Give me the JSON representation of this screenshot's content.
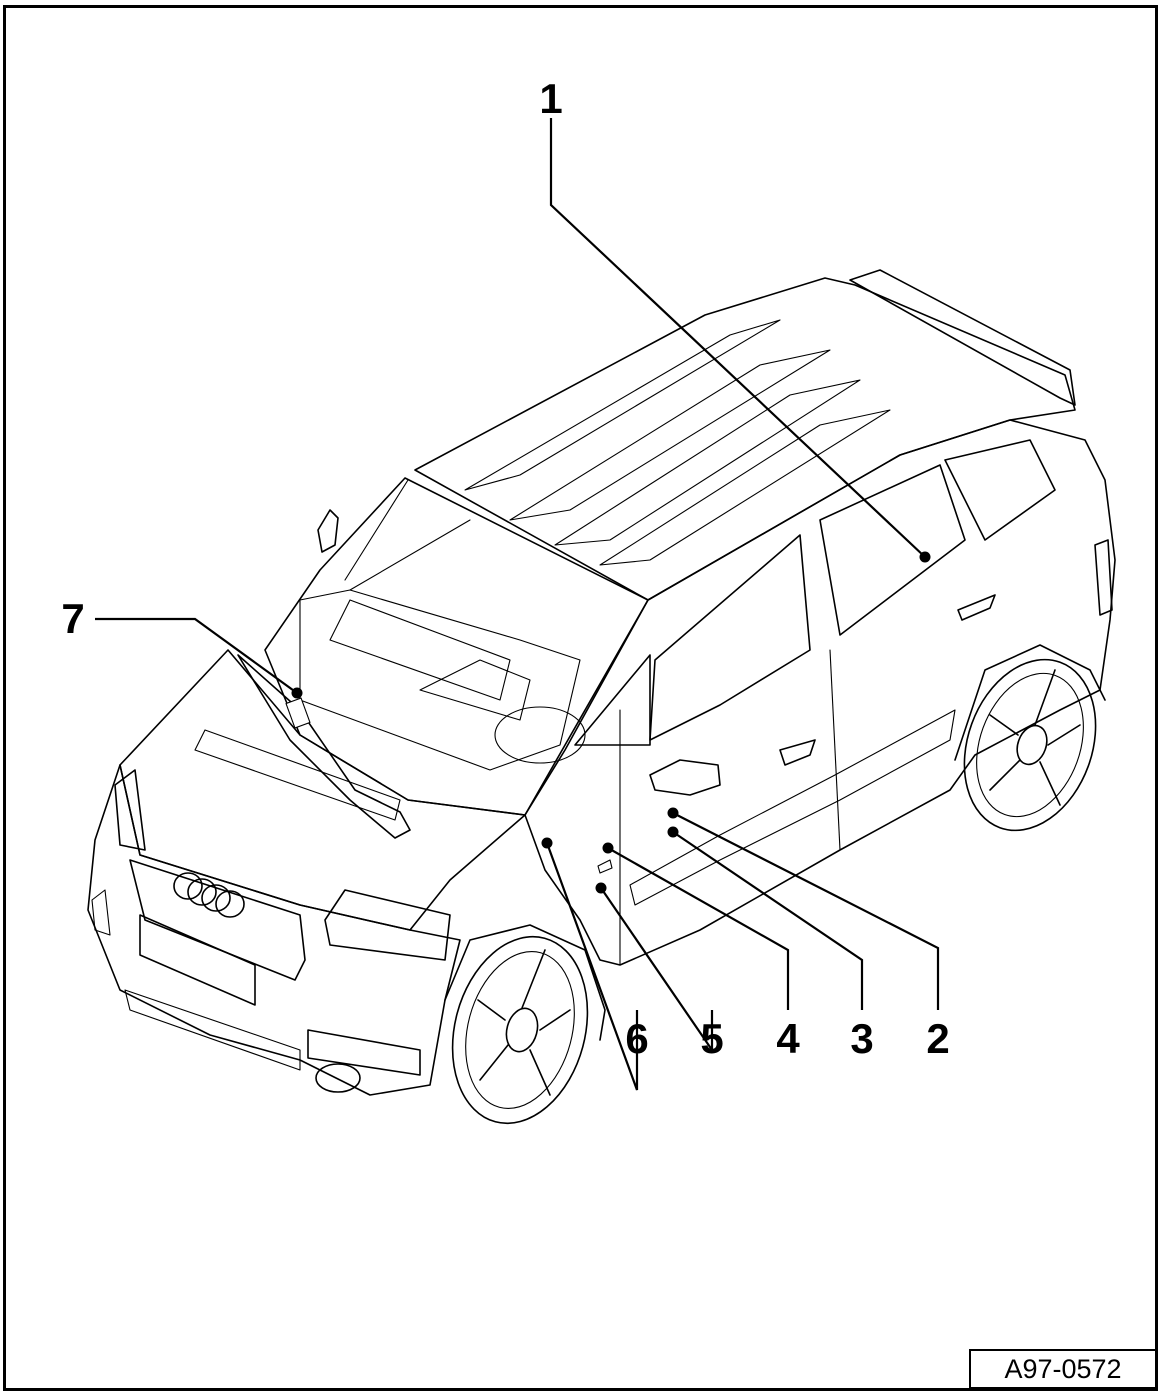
{
  "figure": {
    "id_label": "A97-0572",
    "callouts": [
      {
        "num": "1"
      },
      {
        "num": "2"
      },
      {
        "num": "3"
      },
      {
        "num": "4"
      },
      {
        "num": "5"
      },
      {
        "num": "6"
      },
      {
        "num": "7"
      }
    ]
  },
  "colors": {
    "ink": "#000000",
    "paper": "#ffffff"
  },
  "icons": {
    "emblem": "audi-four-rings"
  }
}
